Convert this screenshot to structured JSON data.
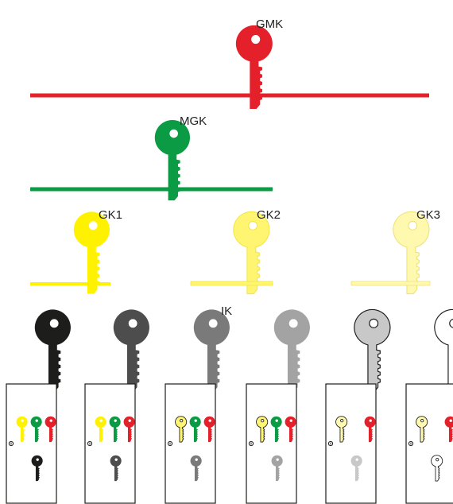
{
  "labels": {
    "gmk": "GMK",
    "mgk": "MGK",
    "gk1": "GK1",
    "gk2": "GK2",
    "gk3": "GK3",
    "ik": "IK"
  },
  "colors": {
    "gmk": "#e4202b",
    "mgk": "#0b9b44",
    "gk1": "#fff200",
    "gk2": "#fff571",
    "gk3": "#fff9b0",
    "gk3_line": "#fff6a0",
    "ik": [
      "#1d1d1b",
      "#4d4d4d",
      "#7a7a7a",
      "#a3a3a3",
      "#c8c8c8",
      "#ffffff"
    ],
    "outline": "#1d1d1b"
  },
  "icons": {
    "key": "key-icon",
    "lock": "lock-symbol-icon"
  }
}
